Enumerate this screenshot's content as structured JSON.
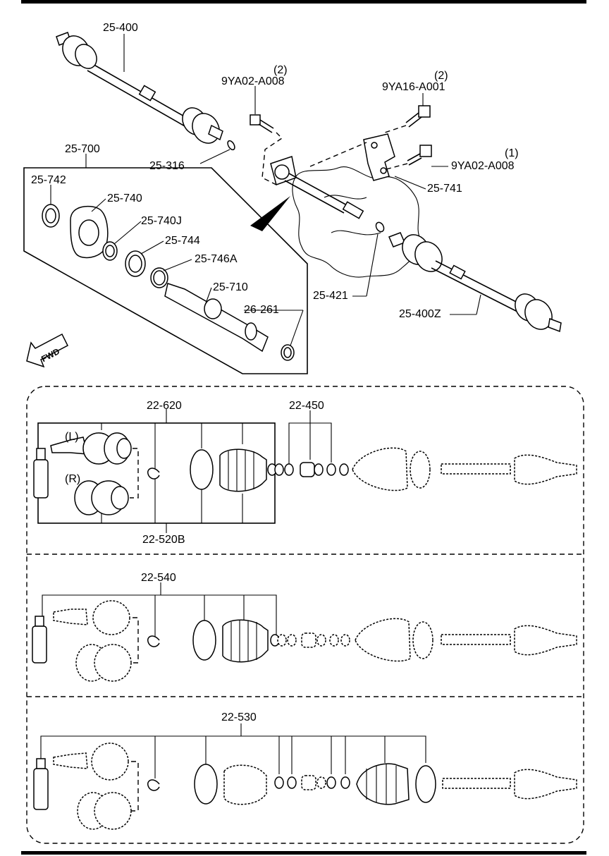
{
  "upper": {
    "labels": {
      "shaft_left": "25-400",
      "bolt_a_qty": "(2)",
      "bolt_a": "9YA02-A008",
      "bolt_b_qty": "(2)",
      "bolt_b": "9YA16-A001",
      "bolt_c_qty": "(1)",
      "bolt_c": "9YA02-A008",
      "bracket": "25-741",
      "clip_a": "25-316",
      "kit": "25-700",
      "oil_seal": "25-742",
      "bearing_housing": "25-740",
      "snap_ring_j": "25-740J",
      "bearing": "25-744",
      "dust_seal": "25-746A",
      "joint_shaft": "25-710",
      "clip_b": "26-261",
      "clip_c": "25-421",
      "shaft_right": "25-400Z",
      "fwd": "FWD"
    }
  },
  "section1": {
    "kit_top": "22-620",
    "kit_boot": "22-450",
    "left_mark": "(L)",
    "right_mark": "(R)",
    "kit_bottom": "22-520B"
  },
  "section2": {
    "kit": "22-540"
  },
  "section3": {
    "kit": "22-530"
  }
}
